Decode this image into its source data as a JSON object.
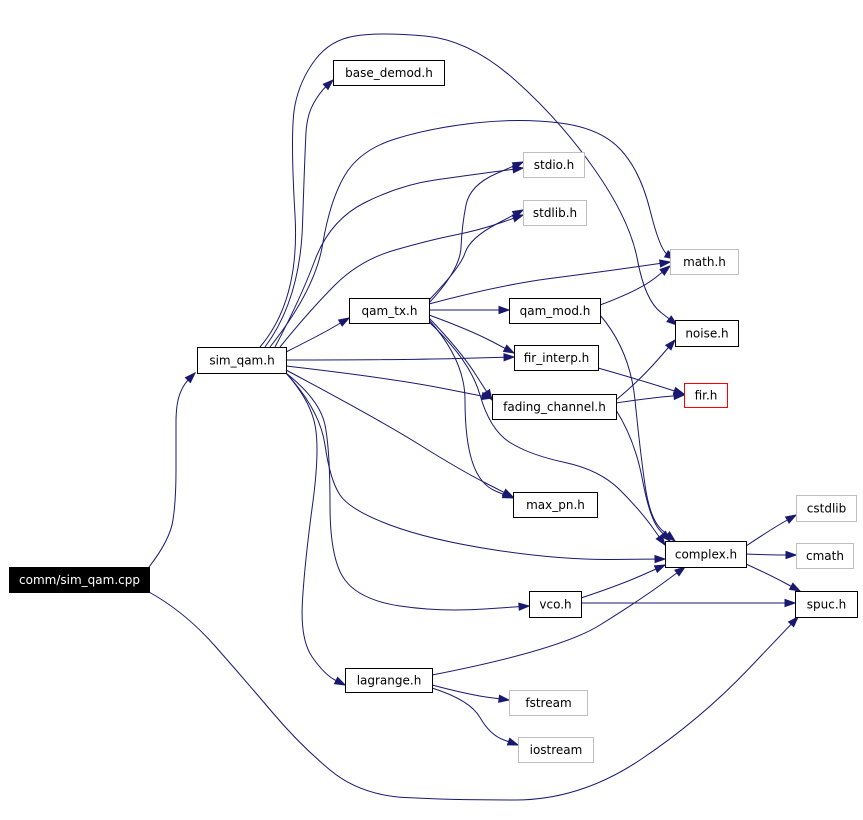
{
  "graph": {
    "nodes": {
      "root": {
        "label": "comm/sim_qam.cpp",
        "style": "root"
      },
      "sim_qam": {
        "label": "sim_qam.h",
        "style": "normal"
      },
      "base_demod": {
        "label": "base_demod.h",
        "style": "normal"
      },
      "stdio": {
        "label": "stdio.h",
        "style": "external"
      },
      "stdlib": {
        "label": "stdlib.h",
        "style": "external"
      },
      "math": {
        "label": "math.h",
        "style": "external"
      },
      "qam_tx": {
        "label": "qam_tx.h",
        "style": "normal"
      },
      "qam_mod": {
        "label": "qam_mod.h",
        "style": "normal"
      },
      "noise": {
        "label": "noise.h",
        "style": "normal"
      },
      "fir_interp": {
        "label": "fir_interp.h",
        "style": "normal"
      },
      "fir": {
        "label": "fir.h",
        "style": "highlight"
      },
      "fading_channel": {
        "label": "fading_channel.h",
        "style": "normal"
      },
      "max_pn": {
        "label": "max_pn.h",
        "style": "normal"
      },
      "cstdlib": {
        "label": "cstdlib",
        "style": "external"
      },
      "complex": {
        "label": "complex.h",
        "style": "normal"
      },
      "cmath": {
        "label": "cmath",
        "style": "external"
      },
      "vco": {
        "label": "vco.h",
        "style": "normal"
      },
      "spuc": {
        "label": "spuc.h",
        "style": "normal"
      },
      "lagrange": {
        "label": "lagrange.h",
        "style": "normal"
      },
      "fstream": {
        "label": "fstream",
        "style": "external"
      },
      "iostream": {
        "label": "iostream",
        "style": "external"
      }
    },
    "edges": [
      [
        "root",
        "sim_qam"
      ],
      [
        "root",
        "spuc"
      ],
      [
        "sim_qam",
        "base_demod"
      ],
      [
        "sim_qam",
        "stdio"
      ],
      [
        "sim_qam",
        "stdlib"
      ],
      [
        "sim_qam",
        "math"
      ],
      [
        "sim_qam",
        "noise"
      ],
      [
        "sim_qam",
        "qam_tx"
      ],
      [
        "sim_qam",
        "fir_interp"
      ],
      [
        "sim_qam",
        "fading_channel"
      ],
      [
        "sim_qam",
        "max_pn"
      ],
      [
        "sim_qam",
        "complex"
      ],
      [
        "sim_qam",
        "vco"
      ],
      [
        "sim_qam",
        "lagrange"
      ],
      [
        "qam_tx",
        "stdio"
      ],
      [
        "qam_tx",
        "stdlib"
      ],
      [
        "qam_tx",
        "math"
      ],
      [
        "qam_tx",
        "qam_mod"
      ],
      [
        "qam_tx",
        "fir_interp"
      ],
      [
        "qam_tx",
        "fading_channel"
      ],
      [
        "qam_tx",
        "max_pn"
      ],
      [
        "qam_tx",
        "complex"
      ],
      [
        "qam_mod",
        "math"
      ],
      [
        "qam_mod",
        "complex"
      ],
      [
        "fir_interp",
        "fir"
      ],
      [
        "fading_channel",
        "noise"
      ],
      [
        "fading_channel",
        "fir"
      ],
      [
        "fading_channel",
        "complex"
      ],
      [
        "complex",
        "cstdlib"
      ],
      [
        "complex",
        "cmath"
      ],
      [
        "complex",
        "spuc"
      ],
      [
        "vco",
        "complex"
      ],
      [
        "vco",
        "spuc"
      ],
      [
        "lagrange",
        "complex"
      ],
      [
        "lagrange",
        "fstream"
      ],
      [
        "lagrange",
        "iostream"
      ]
    ]
  }
}
